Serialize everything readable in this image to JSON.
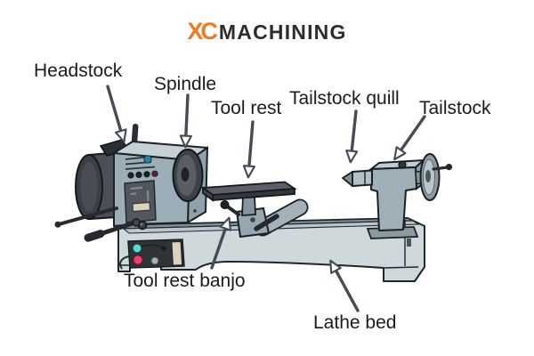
{
  "logo": {
    "monogram": "XC",
    "wordmark": "MACHINING",
    "monogram_color": "#F07B23",
    "wordmark_color": "#2D2D2D"
  },
  "labels": [
    {
      "id": "headstock",
      "text": "Headstock"
    },
    {
      "id": "spindle",
      "text": "Spindle"
    },
    {
      "id": "tool-rest",
      "text": "Tool rest"
    },
    {
      "id": "tailstock-quill",
      "text": "Tailstock quill"
    },
    {
      "id": "tailstock",
      "text": "Tailstock"
    },
    {
      "id": "tool-rest-banjo",
      "text": "Tool rest banjo"
    },
    {
      "id": "lathe-bed",
      "text": "Lathe bed"
    }
  ],
  "palette": {
    "accent_orange": "#F07B23",
    "label_text": "#1B1B1B",
    "machine_body": "#9CAFB9",
    "machine_light": "#C6D1D7",
    "bed": "#CFD9DC",
    "dark_parts": "#3D4247",
    "outline": "#1B2024",
    "button_cyan": "#5ED6D2",
    "button_pink": "#EE3F72",
    "background": "#FFFFFF"
  }
}
